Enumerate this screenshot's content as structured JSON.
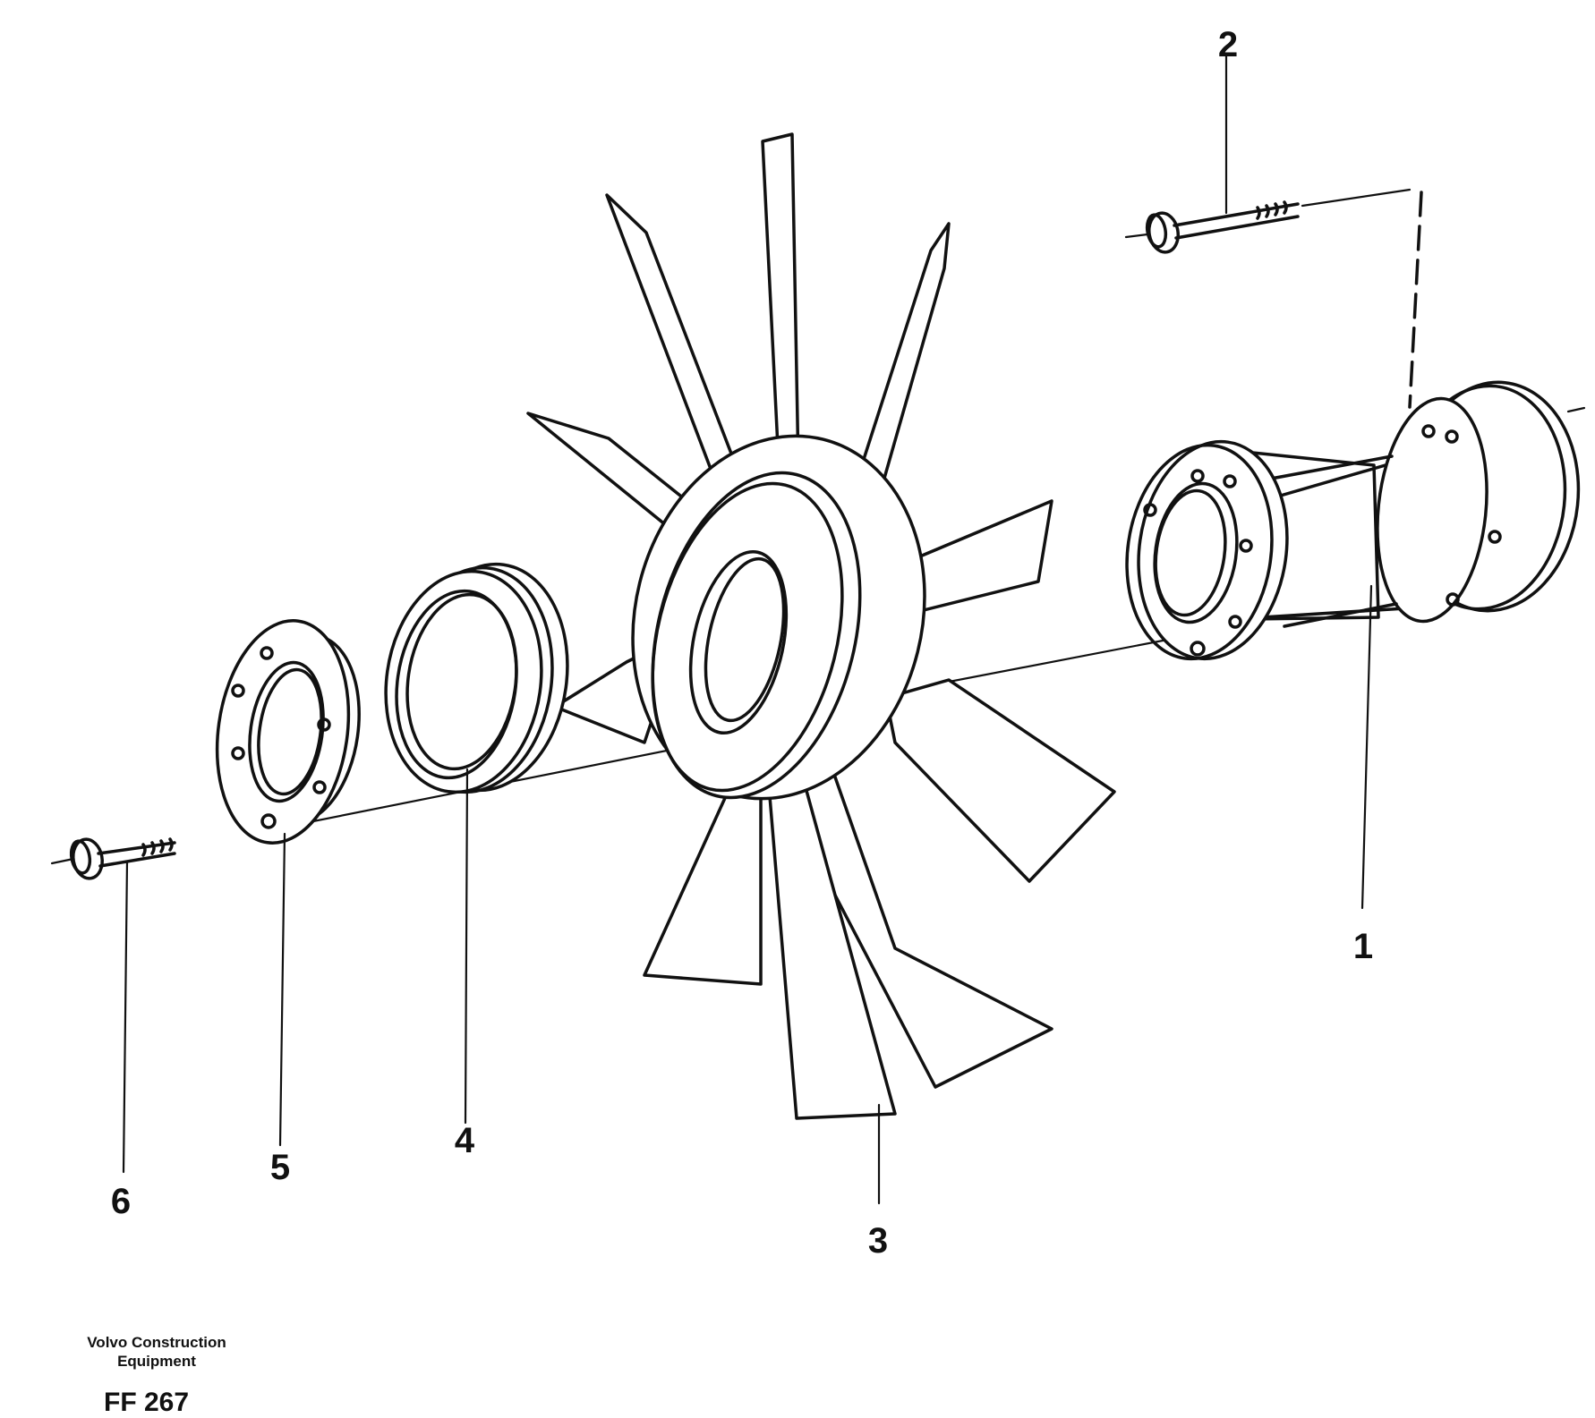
{
  "callouts": [
    {
      "id": "1",
      "label": "1"
    },
    {
      "id": "2",
      "label": "2"
    },
    {
      "id": "3",
      "label": "3"
    },
    {
      "id": "4",
      "label": "4"
    },
    {
      "id": "5",
      "label": "5"
    },
    {
      "id": "6",
      "label": "6"
    }
  ],
  "footer": {
    "company_line1": "Volvo Construction",
    "company_line2": "Equipment",
    "figure_code": "FF 267"
  },
  "colors": {
    "ink": "#111111",
    "background": "#ffffff"
  }
}
